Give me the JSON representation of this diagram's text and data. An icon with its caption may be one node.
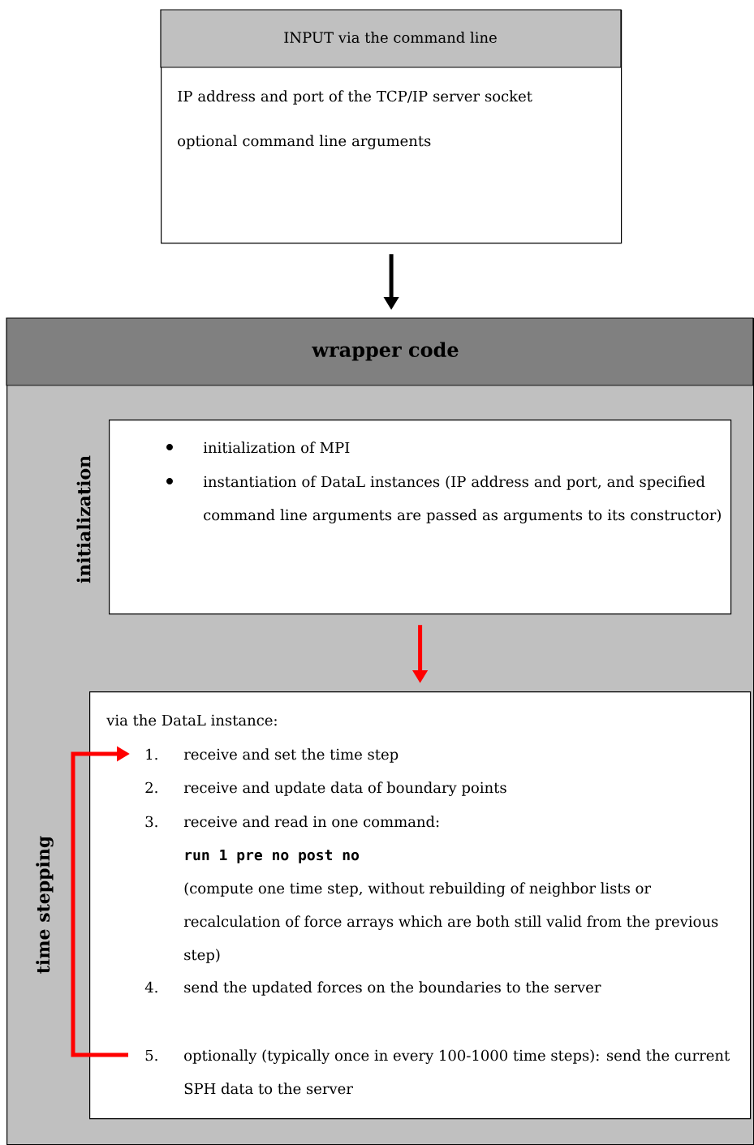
{
  "diagram": {
    "nodes": [
      {
        "text": [
          "INPUT via the command line",
          "IP address and port of the TCP/IP server socket",
          "optional command line arguments"
        ]
      },
      {
        "text": [
          "wrapper code"
        ]
      },
      {
        "text": [
          "initialization",
          "initialization of MPI",
          "instantiation of DataL instances (IP address and port, and specified command line arguments are passed as arguments to its constructor)"
        ],
        "in": 1
      },
      {
        "text": [
          "time stepping",
          "via the DataL instance:"
        ],
        "in": 1
      },
      {
        "text": [
          "1.",
          "receive and set the time step"
        ],
        "in": 3
      },
      {
        "text": [
          "2.",
          "receive and update data of boundary points"
        ],
        "in": 3
      },
      {
        "text": [
          "3.",
          "receive and read in one command:",
          "run 1 pre no post no",
          "(compute one time step, without rebuilding of neighbor lists or recalculation of force arrays which are both still valid from the previous step)"
        ],
        "in": 3
      },
      {
        "text": [
          "4.",
          "send the updated forces on the boundaries to the server"
        ],
        "in": 3
      },
      {
        "text": [
          "5.",
          "optionally (typically once in every 100-1000 time steps): send the current SPH data to the server"
        ],
        "in": 3
      }
    ],
    "edges": [
      {
        "from": 0,
        "to": 1,
        "arrow": "to",
        "color": "#000000"
      },
      {
        "from": 2,
        "to": 3,
        "arrow": "to",
        "color": "#ff0000"
      },
      {
        "from": 8,
        "to": 4,
        "arrow": "to",
        "color": "#ff0000"
      }
    ]
  }
}
